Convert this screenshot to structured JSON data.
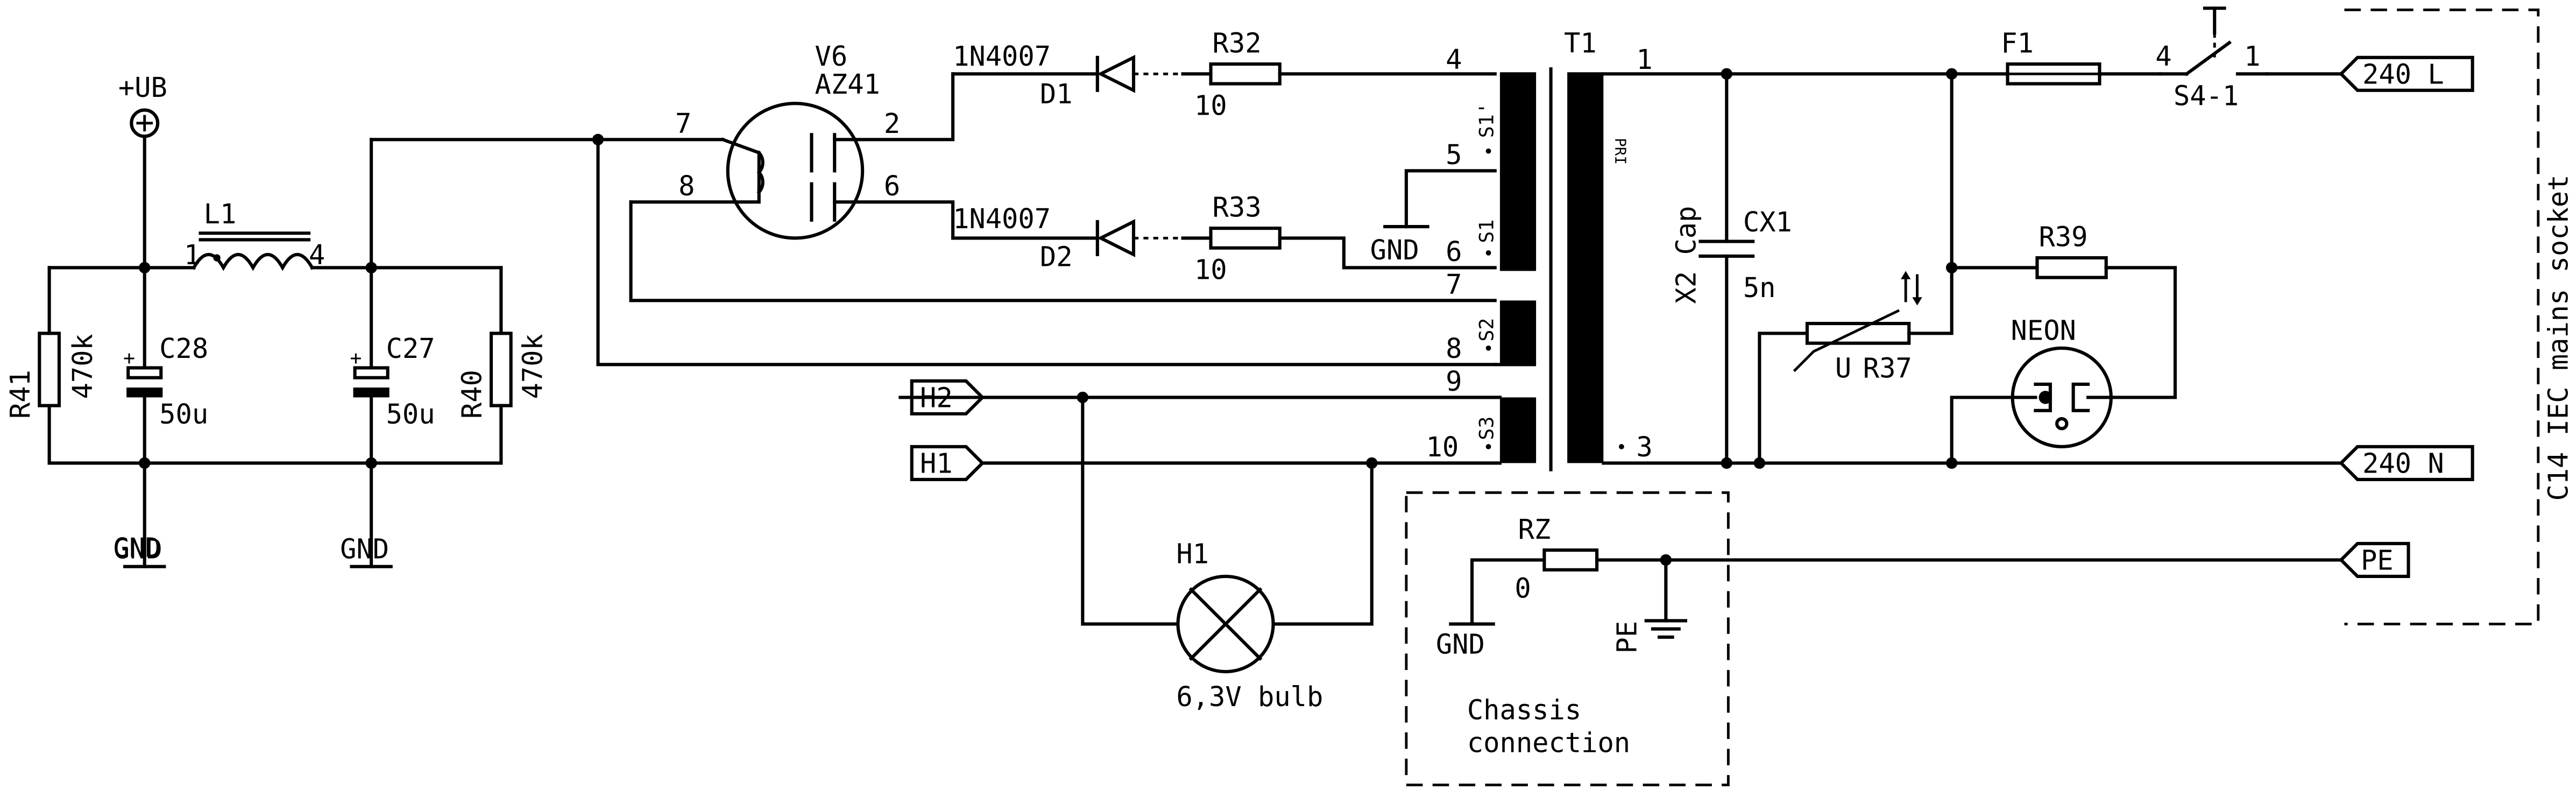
{
  "power": {
    "ub": "+UB",
    "gnd": "GND"
  },
  "parts": {
    "r41": {
      "ref": "R41",
      "value": "470k"
    },
    "r40": {
      "ref": "R40",
      "value": "470k"
    },
    "c28": {
      "ref": "C28",
      "value": "50u"
    },
    "c27": {
      "ref": "C27",
      "value": "50u"
    },
    "l1": {
      "ref": "L1",
      "pin1": "1",
      "pin4": "4"
    },
    "v6": {
      "ref": "V6",
      "type": "AZ41",
      "pin2": "2",
      "pin6": "6",
      "pin7": "7",
      "pin8": "8"
    },
    "d1": {
      "ref": "D1",
      "type": "1N4007"
    },
    "d2": {
      "ref": "D2",
      "type": "1N4007"
    },
    "r32": {
      "ref": "R32",
      "value": "10"
    },
    "r33": {
      "ref": "R33",
      "value": "10"
    },
    "t1": {
      "ref": "T1",
      "pins": [
        "1",
        "3",
        "4",
        "5",
        "6",
        "7",
        "8",
        "9",
        "10"
      ],
      "windings": {
        "s1a": "S1'",
        "s1": "S1",
        "s2": "S2",
        "s3": "S3",
        "pri": "PRI"
      }
    },
    "cx1": {
      "ref": "CX1",
      "value": "5n",
      "type": "X2 Cap"
    },
    "f1": {
      "ref": "F1"
    },
    "s4": {
      "ref": "S4-1",
      "pin4": "4",
      "pin1": "1"
    },
    "r39": {
      "ref": "R39"
    },
    "r37": {
      "ref": "R37",
      "mark": "U"
    },
    "neon": {
      "ref": "NEON"
    },
    "h1": {
      "ref": "H1",
      "value": "6,3V bulb"
    },
    "rz": {
      "ref": "RZ",
      "value": "0"
    }
  },
  "ports": {
    "h2": "H2",
    "h1": "H1",
    "l": "240_L",
    "n": "240_N",
    "pe": "PE"
  },
  "earth": {
    "pe_label": "PE"
  },
  "chassis_box": {
    "line1": "Chassis",
    "line2": "connection"
  },
  "socket": {
    "label": "C14 IEC mains socket"
  }
}
